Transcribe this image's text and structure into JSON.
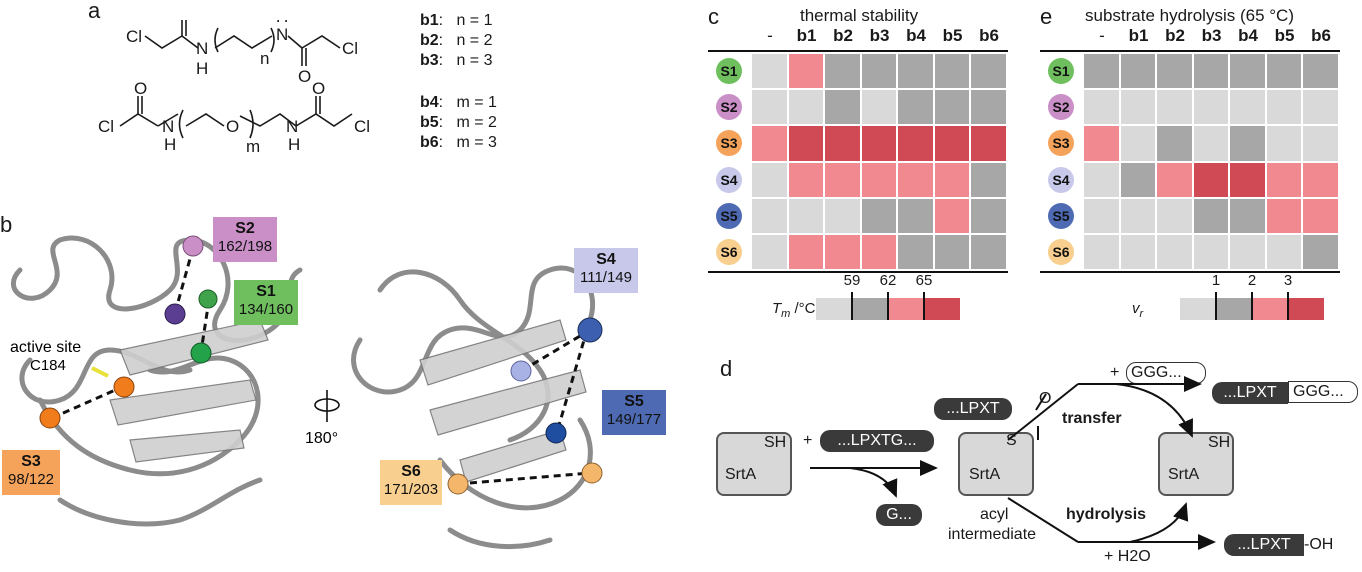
{
  "panels": {
    "a": "a",
    "b": "b",
    "c": "c",
    "d": "d",
    "e": "e"
  },
  "panel_a": {
    "top_legend": [
      {
        "id": "b1",
        "text": "n = 1"
      },
      {
        "id": "b2",
        "text": "n = 2"
      },
      {
        "id": "b3",
        "text": "n = 3"
      }
    ],
    "bottom_legend": [
      {
        "id": "b4",
        "text": "m = 1"
      },
      {
        "id": "b5",
        "text": "m = 2"
      },
      {
        "id": "b6",
        "text": "m = 3"
      }
    ],
    "atoms": {
      "cl": "Cl",
      "o": "O",
      "n": "N",
      "h": "H",
      "sub_n": "n",
      "sub_m": "m"
    }
  },
  "panel_b": {
    "sites": [
      {
        "name": "S2",
        "residues": "162/198",
        "color": "#c98fc6"
      },
      {
        "name": "S1",
        "residues": "134/160",
        "color": "#6fbf5f"
      },
      {
        "name": "S3",
        "residues": "98/122",
        "color": "#f5a35a"
      },
      {
        "name": "S4",
        "residues": "111/149",
        "color": "#c7c8ea"
      },
      {
        "name": "S5",
        "residues": "149/177",
        "color": "#4e6ab3"
      },
      {
        "name": "S6",
        "residues": "171/203",
        "color": "#f8cf8e"
      }
    ],
    "active_site": "active site",
    "active_residue": "C184",
    "rotation": "180°"
  },
  "heatmap_c": {
    "title": "thermal stability",
    "columns": [
      "-",
      "b1",
      "b2",
      "b3",
      "b4",
      "b5",
      "b6"
    ],
    "rows": [
      "S1",
      "S2",
      "S3",
      "S4",
      "S5",
      "S6"
    ],
    "levels": [
      [
        0,
        2,
        1,
        1,
        1,
        1,
        1
      ],
      [
        0,
        0,
        1,
        0,
        1,
        1,
        1
      ],
      [
        2,
        3,
        3,
        3,
        3,
        3,
        3
      ],
      [
        0,
        2,
        2,
        2,
        2,
        2,
        1
      ],
      [
        0,
        0,
        0,
        1,
        1,
        2,
        1
      ],
      [
        0,
        2,
        2,
        2,
        1,
        1,
        1
      ]
    ],
    "scale_label": "Tm /°C",
    "scale_ticks": [
      "59",
      "62",
      "65"
    ]
  },
  "heatmap_e": {
    "title": "substrate hydrolysis (65 °C)",
    "columns": [
      "-",
      "b1",
      "b2",
      "b3",
      "b4",
      "b5",
      "b6"
    ],
    "rows": [
      "S1",
      "S2",
      "S3",
      "S4",
      "S5",
      "S6"
    ],
    "levels": [
      [
        1,
        1,
        1,
        1,
        1,
        1,
        1
      ],
      [
        0,
        0,
        0,
        0,
        0,
        0,
        0
      ],
      [
        2,
        0,
        1,
        0,
        1,
        0,
        0
      ],
      [
        0,
        1,
        2,
        3,
        3,
        2,
        2
      ],
      [
        0,
        0,
        0,
        1,
        1,
        2,
        2
      ],
      [
        0,
        0,
        0,
        0,
        0,
        0,
        1
      ]
    ],
    "scale_label": "vr",
    "scale_ticks": [
      "1",
      "2",
      "3"
    ]
  },
  "level_colors": [
    "#d9d9d9",
    "#a7a7a7",
    "#f08a90",
    "#cf4a55"
  ],
  "row_badge_colors": {
    "S1": "#6fbf5f",
    "S2": "#c98fc6",
    "S3": "#f5a35a",
    "S4": "#c7c8ea",
    "S5": "#4e6ab3",
    "S6": "#f8cf8e"
  },
  "panel_d": {
    "srta": "SrtA",
    "sh": "SH",
    "s": "S",
    "o": "O",
    "substrate": "...LPXTG...",
    "plus_substrate": "+",
    "leaving": "G...",
    "acyl": "...LPXT",
    "acyl_label_1": "acyl",
    "acyl_label_2": "intermediate",
    "transfer": "transfer",
    "hydrolysis": "hydrolysis",
    "nucleophile_plus": "+",
    "nucleophile": "GGG...",
    "product_left": "...LPXT",
    "product_right": "GGG...",
    "water": "+ H2O",
    "hydrolysis_product_left": "...LPXT",
    "hydrolysis_product_right": "-OH"
  }
}
